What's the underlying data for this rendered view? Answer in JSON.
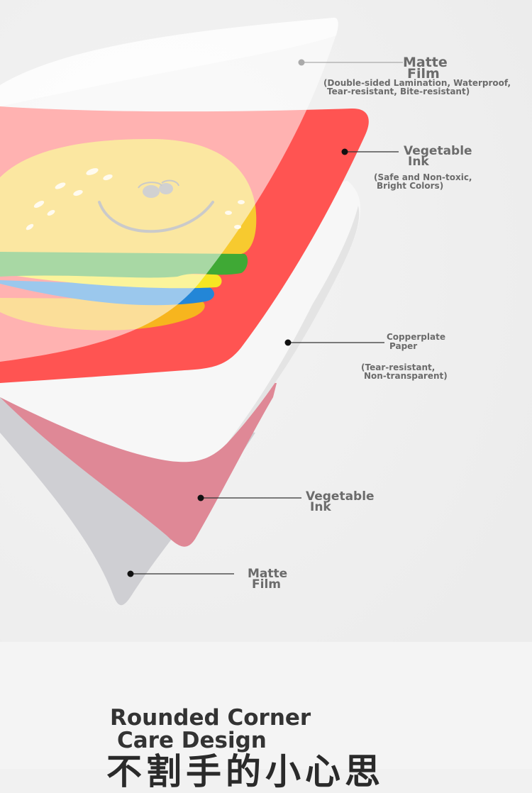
{
  "layers": [
    {
      "title_line1": "Matte",
      "title_line2": "Film",
      "desc_line1": "(Double-sided Lamination, Waterproof,",
      "desc_line2": "Tear-resistant, Bite-resistant)"
    },
    {
      "title_line1": "Vegetable",
      "title_line2": "Ink",
      "desc_line1": "(Safe and Non-toxic,",
      "desc_line2": "Bright Colors)"
    },
    {
      "title_line1": "Copperplate",
      "title_line2": "Paper",
      "desc_line1": "(Tear-resistant,",
      "desc_line2": "Non-transparent)"
    },
    {
      "title_line1": "Vegetable",
      "title_line2": "Ink"
    },
    {
      "title_line1": "Matte",
      "title_line2": "Film"
    }
  ],
  "heading": {
    "line1": "Rounded Corner",
    "line2": "Care Design",
    "line3": "不割手的小心思"
  },
  "colors": {
    "red_layer": "#ff5452",
    "pink_layer": "#df8896",
    "paper": "#f7f7f7",
    "bun": "#f7ca2f",
    "lettuce": "#3fa935",
    "cheese": "#f6e623",
    "blue": "#2386d7"
  },
  "icons": [
    "hamburger-illustration"
  ]
}
